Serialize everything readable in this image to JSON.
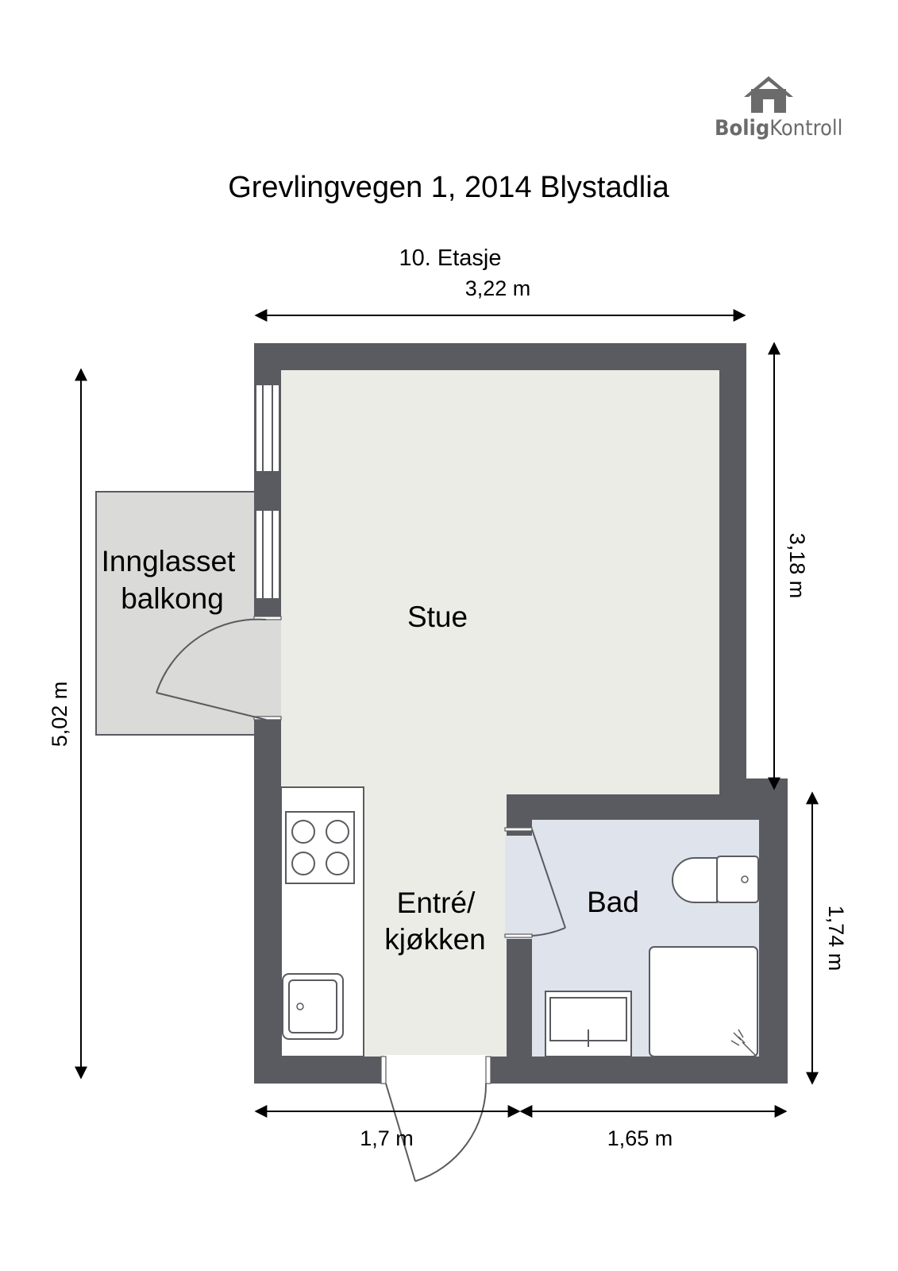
{
  "logo": {
    "word_bold": "Bolig",
    "word_light": "Kontroll",
    "icon": "house-icon"
  },
  "header": {
    "address": "Grevlingvegen 1, 2014 Blystadlia",
    "floor": "10. Etasje"
  },
  "rooms": {
    "stue": "Stue",
    "balcony_line1": "Innglasset",
    "balcony_line2": "balkong",
    "entry_line1": "Entré/",
    "entry_line2": "kjøkken",
    "bad": "Bad"
  },
  "dimensions": {
    "top_width": "3,22 m",
    "left_height": "5,02 m",
    "right_upper_height": "3,18 m",
    "right_lower_height": "1,74 m",
    "bottom_left_width": "1,7 m",
    "bottom_right_width": "1,65 m"
  },
  "colors": {
    "wall": "#5a5b60",
    "stue_floor": "#ecece6",
    "balcony_floor": "#dadad8",
    "bad_floor": "#dfe3ec",
    "logo_gray": "#6b6b6b"
  }
}
